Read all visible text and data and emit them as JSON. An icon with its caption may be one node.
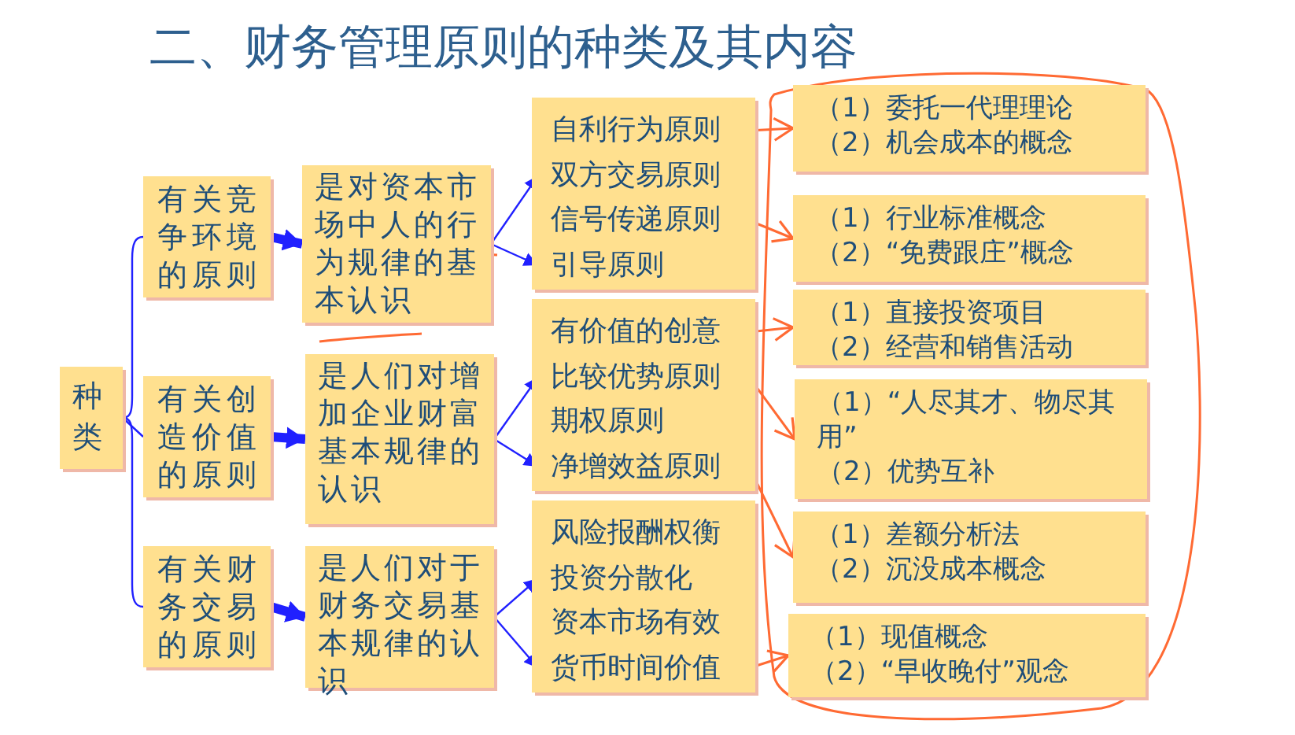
{
  "diagram": {
    "title": "二、财务管理原则的种类及其内容",
    "nodes": [
      {
        "text": [
          "种类"
        ]
      },
      {
        "text": [
          "有关竞争环境的原则"
        ]
      },
      {
        "text": [
          "是对资本市场中人的行为规律的基本认识"
        ]
      },
      {
        "text": [],
        "shape": "box"
      },
      {
        "text": [
          "自利行为原则"
        ],
        "in": 3
      },
      {
        "text": [
          "双方交易原则"
        ],
        "in": 3
      },
      {
        "text": [
          "信号传递原则"
        ],
        "in": 3
      },
      {
        "text": [
          "引导原则"
        ],
        "in": 3
      },
      {
        "text": [
          "（1）委托一代理理论",
          "（2）机会成本的概念"
        ]
      },
      {
        "text": [
          "（1）行业标准概念",
          "（2）“免费跟庄”概念"
        ]
      },
      {
        "text": [
          "有关创造价值的原则"
        ]
      },
      {
        "text": [
          "是人们对增加企业财富基本规律的认识"
        ]
      },
      {
        "text": [],
        "shape": "box"
      },
      {
        "text": [
          "有价值的创意"
        ],
        "in": 12
      },
      {
        "text": [
          "比较优势原则"
        ],
        "in": 12
      },
      {
        "text": [
          "期权原则"
        ],
        "in": 12
      },
      {
        "text": [
          "净增效益原则"
        ],
        "in": 12
      },
      {
        "text": [
          "（1）直接投资项目",
          "（2）经营和销售活动"
        ]
      },
      {
        "text": [
          "（1）“人尽其才、物尽其用”",
          "（2）优势互补"
        ]
      },
      {
        "text": [
          "（1）差额分析法",
          "（2）沉没成本概念"
        ]
      },
      {
        "text": [
          "有关财务交易的原则"
        ]
      },
      {
        "text": [
          "是人们对于财务交易基本规律的认识"
        ]
      },
      {
        "text": [],
        "shape": "box"
      },
      {
        "text": [
          "风险报酬权衡"
        ],
        "in": 22
      },
      {
        "text": [
          "投资分散化"
        ],
        "in": 22
      },
      {
        "text": [
          "资本市场有效"
        ],
        "in": 22
      },
      {
        "text": [
          "货币时间价值"
        ],
        "in": 22
      },
      {
        "text": [
          "（1）现值概念",
          "（2）“早收晚付”观念"
        ]
      }
    ],
    "edges": [
      {
        "from": 0,
        "to": 1,
        "arrow": "none"
      },
      {
        "from": 0,
        "to": 10,
        "arrow": "none"
      },
      {
        "from": 0,
        "to": 20,
        "arrow": "none"
      },
      {
        "from": 1,
        "to": 2,
        "arrow": "to",
        "style": "thick"
      },
      {
        "from": 10,
        "to": 11,
        "arrow": "to",
        "style": "thick"
      },
      {
        "from": 20,
        "to": 21,
        "arrow": "to",
        "style": "thick"
      },
      {
        "from": 2,
        "to": 5,
        "arrow": "to"
      },
      {
        "from": 2,
        "to": 7,
        "arrow": "to"
      },
      {
        "from": 11,
        "to": 14,
        "arrow": "to"
      },
      {
        "from": 11,
        "to": 16,
        "arrow": "to"
      },
      {
        "from": 21,
        "to": 24,
        "arrow": "to"
      },
      {
        "from": 21,
        "to": 26,
        "arrow": "to"
      },
      {
        "from": 4,
        "to": 8,
        "arrow": "to",
        "color": "#ff6a33"
      },
      {
        "from": 6,
        "to": 9,
        "arrow": "to",
        "color": "#ff6a33"
      },
      {
        "from": 13,
        "to": 17,
        "arrow": "to",
        "color": "#ff6a33"
      },
      {
        "from": 14,
        "to": 18,
        "arrow": "to",
        "color": "#ff6a33"
      },
      {
        "from": 16,
        "to": 19,
        "arrow": "to",
        "color": "#ff6a33"
      },
      {
        "from": 26,
        "to": 27,
        "arrow": "to",
        "color": "#ff6a33"
      }
    ]
  }
}
